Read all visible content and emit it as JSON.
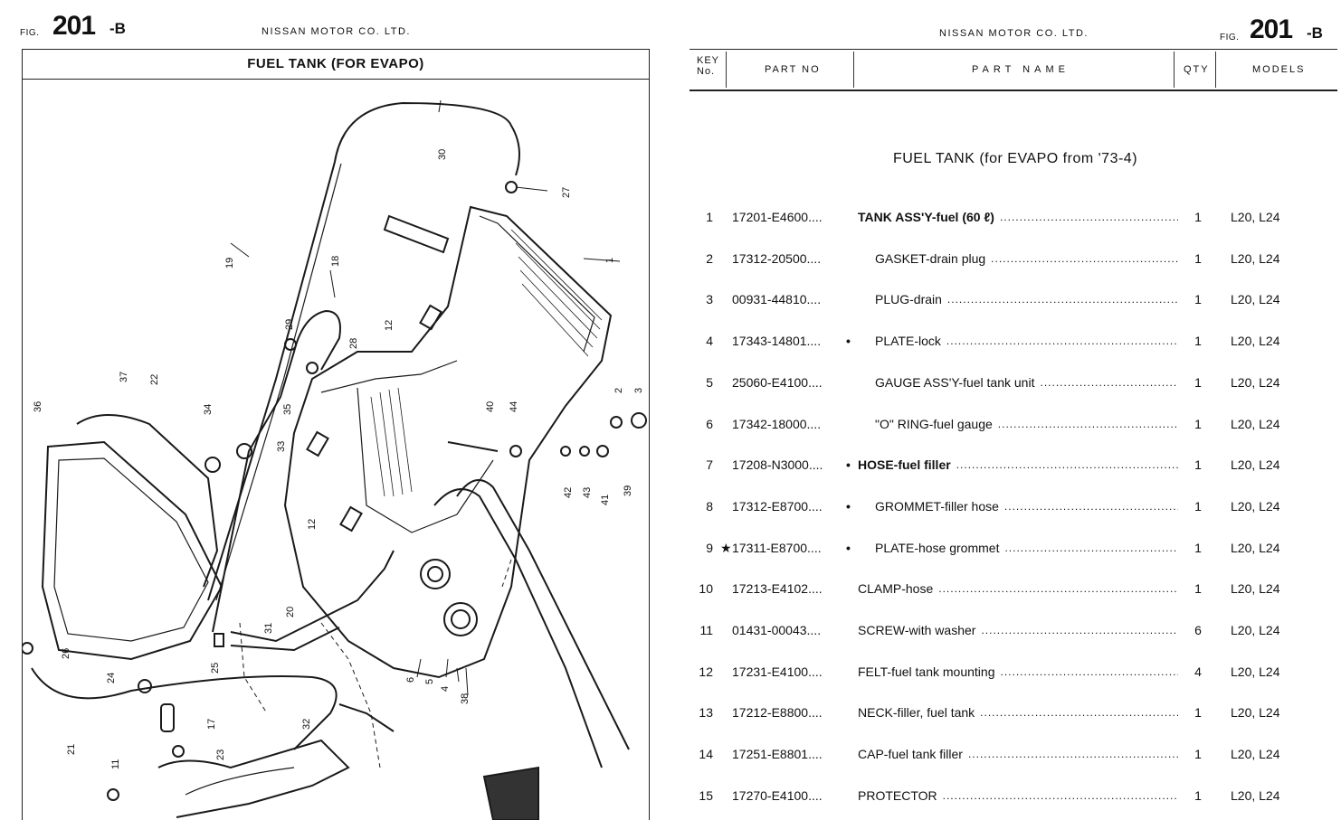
{
  "left_page": {
    "fig_prefix": "FIG.",
    "fig_number": "201",
    "fig_suffix": "-B",
    "maker": "NISSAN MOTOR CO. LTD.",
    "diagram_title": "FUEL TANK (FOR EVAPO)",
    "callouts": [
      "1",
      "2",
      "3",
      "4",
      "5",
      "6",
      "11",
      "12",
      "12",
      "17",
      "18",
      "19",
      "20",
      "21",
      "22",
      "23",
      "24",
      "25",
      "26",
      "27",
      "28",
      "29",
      "30",
      "31",
      "32",
      "33",
      "34",
      "35",
      "36",
      "37",
      "38",
      "39",
      "40",
      "41",
      "42",
      "43",
      "44"
    ]
  },
  "right_page": {
    "maker": "NISSAN MOTOR CO. LTD.",
    "fig_prefix": "FIG.",
    "fig_number": "201",
    "fig_suffix": "-B",
    "columns": {
      "key_line1": "KEY",
      "key_line2": "No.",
      "part_no": "PART NO",
      "part_name": "PART NAME",
      "qty": "QTY",
      "models": "MODELS"
    },
    "section_title": "FUEL TANK (for EVAPO from '73-4)",
    "rows": [
      {
        "key": "1",
        "star": "",
        "part_no": "17201-E4600....",
        "bullet": "",
        "name": "TANK ASS'Y-fuel (60 ℓ)",
        "indent": 0,
        "bold": true,
        "qty": "1",
        "models": "L20, L24"
      },
      {
        "key": "2",
        "star": "",
        "part_no": "17312-20500....",
        "bullet": "",
        "name": "GASKET-drain plug",
        "indent": 1,
        "bold": false,
        "qty": "1",
        "models": "L20, L24"
      },
      {
        "key": "3",
        "star": "",
        "part_no": "00931-44810....",
        "bullet": "",
        "name": "PLUG-drain",
        "indent": 1,
        "bold": false,
        "qty": "1",
        "models": "L20, L24"
      },
      {
        "key": "4",
        "star": "",
        "part_no": "17343-14801....",
        "bullet": "•",
        "name": "PLATE-lock",
        "indent": 1,
        "bold": false,
        "qty": "1",
        "models": "L20, L24"
      },
      {
        "key": "5",
        "star": "",
        "part_no": "25060-E4100....",
        "bullet": "",
        "name": "GAUGE ASS'Y-fuel tank unit",
        "indent": 1,
        "bold": false,
        "qty": "1",
        "models": "L20, L24"
      },
      {
        "key": "6",
        "star": "",
        "part_no": "17342-18000....",
        "bullet": "",
        "name": "\"O\" RING-fuel gauge",
        "indent": 1,
        "bold": false,
        "qty": "1",
        "models": "L20, L24"
      },
      {
        "key": "7",
        "star": "",
        "part_no": "17208-N3000....",
        "bullet": "•",
        "name": "HOSE-fuel filler",
        "indent": 0,
        "bold": true,
        "qty": "1",
        "models": "L20, L24"
      },
      {
        "key": "8",
        "star": "",
        "part_no": "17312-E8700....",
        "bullet": "•",
        "name": "GROMMET-filler hose",
        "indent": 1,
        "bold": false,
        "qty": "1",
        "models": "L20, L24"
      },
      {
        "key": "9",
        "star": "★",
        "part_no": "17311-E8700....",
        "bullet": "•",
        "name": "PLATE-hose grommet",
        "indent": 1,
        "bold": false,
        "qty": "1",
        "models": "L20, L24"
      },
      {
        "key": "10",
        "star": "",
        "part_no": "17213-E4102....",
        "bullet": "",
        "name": "CLAMP-hose",
        "indent": 0,
        "bold": false,
        "qty": "1",
        "models": "L20, L24"
      },
      {
        "key": "11",
        "star": "",
        "part_no": "01431-00043....",
        "bullet": "",
        "name": "SCREW-with washer",
        "indent": 0,
        "bold": false,
        "qty": "6",
        "models": "L20, L24"
      },
      {
        "key": "12",
        "star": "",
        "part_no": "17231-E4100....",
        "bullet": "",
        "name": "FELT-fuel tank mounting",
        "indent": 0,
        "bold": false,
        "qty": "4",
        "models": "L20, L24"
      },
      {
        "key": "13",
        "star": "",
        "part_no": "17212-E8800....",
        "bullet": "",
        "name": "NECK-filler, fuel tank",
        "indent": 0,
        "bold": false,
        "qty": "1",
        "models": "L20, L24"
      },
      {
        "key": "14",
        "star": "",
        "part_no": "17251-E8801....",
        "bullet": "",
        "name": "CAP-fuel tank filler",
        "indent": 0,
        "bold": false,
        "qty": "1",
        "models": "L20, L24"
      },
      {
        "key": "15",
        "star": "",
        "part_no": "17270-E4100....",
        "bullet": "",
        "name": "PROTECTOR",
        "indent": 0,
        "bold": false,
        "qty": "1",
        "models": "L20, L24"
      }
    ]
  }
}
